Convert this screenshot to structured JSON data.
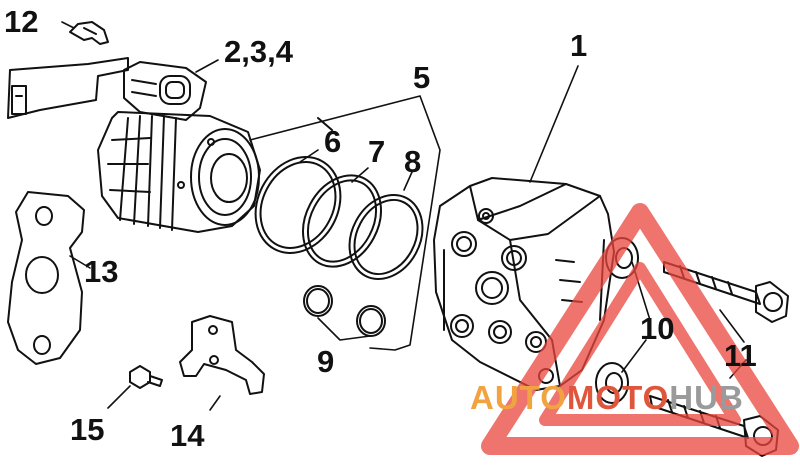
{
  "diagram": {
    "callouts": [
      {
        "id": "c12",
        "text": "12"
      },
      {
        "id": "c234",
        "text": "2,3,4"
      },
      {
        "id": "c1",
        "text": "1"
      },
      {
        "id": "c5",
        "text": "5"
      },
      {
        "id": "c6",
        "text": "6"
      },
      {
        "id": "c7",
        "text": "7"
      },
      {
        "id": "c8",
        "text": "8"
      },
      {
        "id": "c9",
        "text": "9"
      },
      {
        "id": "c10",
        "text": "10"
      },
      {
        "id": "c11",
        "text": "11"
      },
      {
        "id": "c13",
        "text": "13"
      },
      {
        "id": "c14",
        "text": "14"
      },
      {
        "id": "c15",
        "text": "15"
      }
    ],
    "line_color": "#111111",
    "watermark": {
      "part1": "AUTO",
      "part2": "MOTO",
      "part3": "HUB",
      "color1": "#f0a340",
      "color2": "#e0563c",
      "color3": "#9a9a9a",
      "triangle_color": "#e8463c"
    }
  }
}
